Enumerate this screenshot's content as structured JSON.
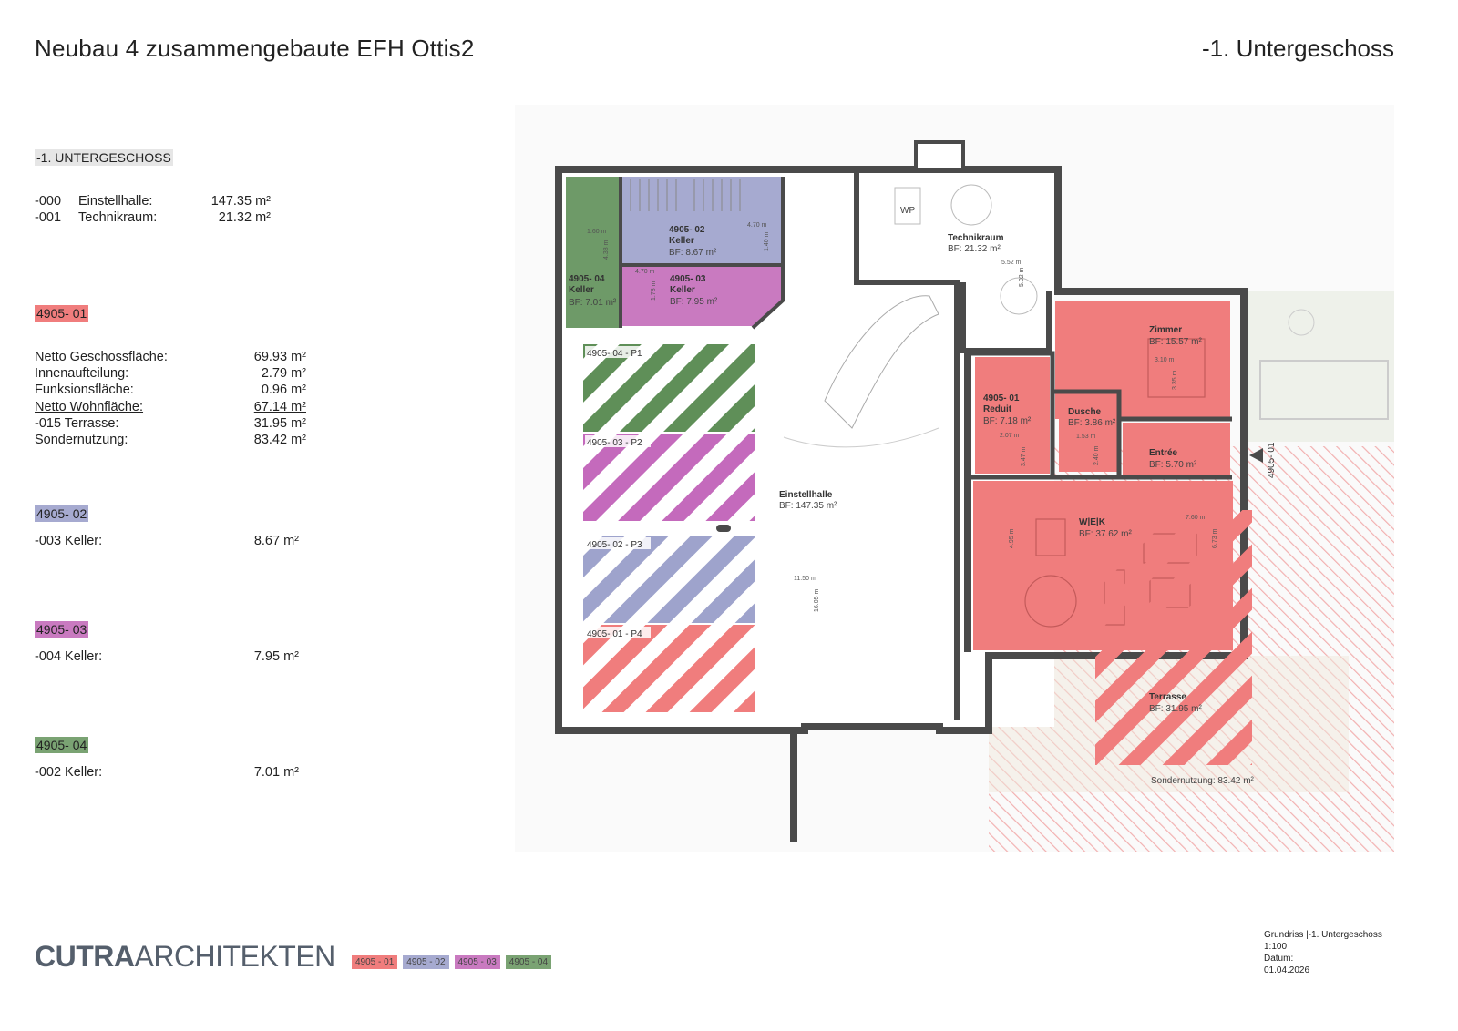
{
  "header": {
    "project_title": "Neubau 4 zusammengebaute EFH Ottis2",
    "floor_title": "-1. Untergeschoss"
  },
  "colors": {
    "unit_01": "#f07d7d",
    "unit_02": "#a6aad0",
    "unit_03": "#c97ac0",
    "unit_04": "#7aa373",
    "wall": "#4a4a4a"
  },
  "summary": {
    "heading": "-1. UNTERGESCHOSS",
    "rows": [
      {
        "code": "-000",
        "label": "Einstellhalle:",
        "value": "147.35 m²"
      },
      {
        "code": "-001",
        "label": "Technikraum:",
        "value": "21.32 m²"
      }
    ]
  },
  "unit01": {
    "tag": "4905- 01",
    "rows": [
      {
        "label": "Netto Geschossfläche:",
        "value": "69.93 m²"
      },
      {
        "label": "Innenaufteilung:",
        "value": "2.79 m²"
      },
      {
        "label": "Funksionsfläche:",
        "value": "0.96 m²"
      },
      {
        "label": "Netto Wohnfläche:",
        "value": "67.14 m²"
      },
      {
        "label": "-015 Terrasse:",
        "value": "31.95 m²"
      },
      {
        "label": "Sondernutzung:",
        "value": "83.42 m²"
      }
    ]
  },
  "unit02": {
    "tag": "4905- 02",
    "label": "-003 Keller:",
    "value": "8.67 m²"
  },
  "unit03": {
    "tag": "4905- 03",
    "label": "-004 Keller:",
    "value": "7.95 m²"
  },
  "unit04": {
    "tag": "4905- 04",
    "label": "-002 Keller:",
    "value": "7.01 m²"
  },
  "plan": {
    "rooms": {
      "keller02": {
        "id": "4905- 02",
        "name": "Keller",
        "bf": "BF: 8.67 m²"
      },
      "keller03": {
        "id": "4905- 03",
        "name": "Keller",
        "bf": "BF: 7.95 m²"
      },
      "keller04": {
        "id": "4905- 04",
        "name": "Keller",
        "bf": "BF: 7.01 m²"
      },
      "technik": {
        "name": "Technikraum",
        "bf": "BF: 21.32 m²"
      },
      "einstell": {
        "name": "Einstellhalle",
        "bf": "BF: 147.35 m²"
      },
      "zimmer": {
        "name": "Zimmer",
        "bf": "BF: 15.57 m²"
      },
      "reduit": {
        "id": "4905- 01",
        "name": "Reduit",
        "bf": "BF: 7.18 m²"
      },
      "dusche": {
        "name": "Dusche",
        "bf": "BF: 3.86 m²"
      },
      "entree": {
        "name": "Entrée",
        "bf": "BF: 5.70 m²"
      },
      "wek": {
        "name": "W|E|K",
        "bf": "BF: 37.62 m²"
      },
      "terrasse": {
        "name": "Terrasse",
        "bf": "BF: 31.95 m²"
      },
      "sonder": "Sondernutzung: 83.42 m²"
    },
    "parking": [
      "4905- 04 - P1",
      "4905- 03 - P2",
      "4905- 02 - P3",
      "4905- 01 - P4"
    ],
    "wp": "WP",
    "entry_label": "4905- 01",
    "dims": {
      "d1": "1.60 m",
      "d2": "4.38 m",
      "d3": "4.70 m",
      "d4": "1.40 m",
      "d5": "4.70 m",
      "d6": "1.78 m",
      "d7": "5.52 m",
      "d8": "5.02 m",
      "d9": "3.10 m",
      "d10": "3.35 m",
      "d11": "2.07 m",
      "d12": "3.47 m",
      "d13": "1.53 m",
      "d14": "2.40 m",
      "d15": "7.60 m",
      "d16": "6.73 m",
      "d17": "4.95 m",
      "d18": "11.50 m",
      "d19": "16.05 m"
    }
  },
  "footer": {
    "logo_bold": "CUTRA",
    "logo_light": "ARCHITEKTEN",
    "legend": [
      "4905 - 01",
      "4905 - 02",
      "4905 - 03",
      "4905 - 04"
    ],
    "plan_title": "Grundriss |-1. Untergeschoss",
    "scale": "1:100",
    "date_label": "Datum:",
    "date": "01.04.2026"
  }
}
